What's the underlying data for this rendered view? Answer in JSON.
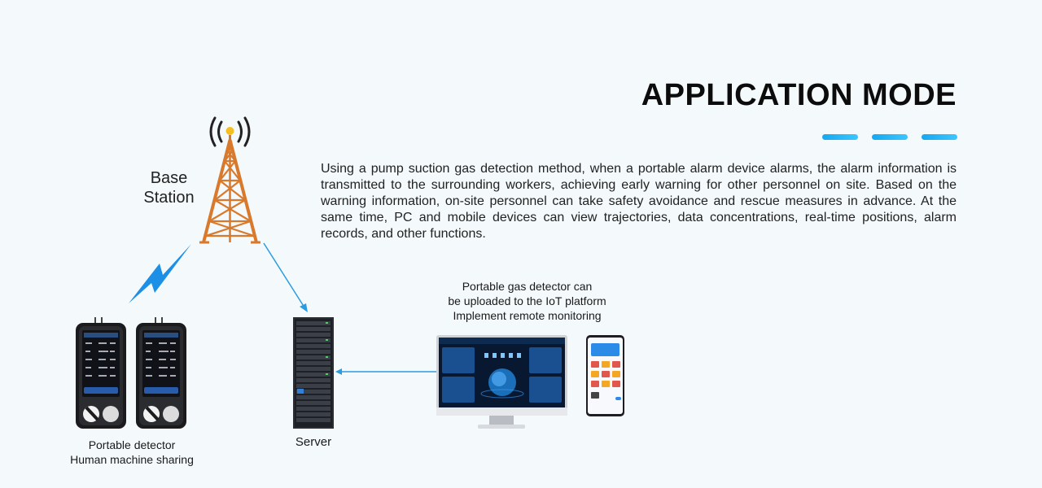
{
  "title": "APPLICATION MODE",
  "description": "Using a pump suction gas detection method, when a portable alarm device alarms, the alarm information is transmitted to the surrounding workers, achieving early warning for other personnel on site. Based on the warning information, on-site personnel can take safety avoidance and rescue measures in advance. At the same time, PC and mobile devices can view trajectories, data concentrations, real-time positions, alarm records, and other functions.",
  "base_station": {
    "line1": "Base",
    "line2": "Station",
    "icon": "radio-tower-icon"
  },
  "detectors": {
    "line1": "Portable detector",
    "line2": "Human machine sharing",
    "icon": "gas-detector-icon"
  },
  "server": {
    "label": "Server",
    "icon": "server-rack-icon"
  },
  "iot_platform": {
    "line1": "Portable gas detector can",
    "line2": "be uploaded to the IoT platform",
    "line3": "Implement remote monitoring",
    "monitor_icon": "desktop-monitor-icon",
    "phone_icon": "smartphone-icon"
  },
  "colors": {
    "accent": "#14a8f0",
    "tower": "#d9792b",
    "lightning": "#1c8fe6",
    "arrow": "#2c9be0",
    "background": "#f4f9fc"
  }
}
